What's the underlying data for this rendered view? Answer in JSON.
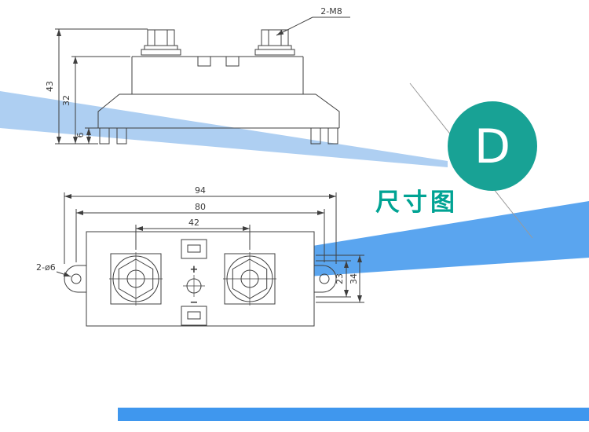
{
  "branding": {
    "badge_letter": "D",
    "caption": "尺寸图"
  },
  "colors": {
    "teal": "#18a295",
    "caption_teal": "#00a393",
    "band_light": "#aecff2",
    "band_mid": "#5aa5ef",
    "bottom_bar": "#3f97ee"
  },
  "front_view": {
    "bolt_label": "2-M8",
    "dim_total_height": "43",
    "dim_body_height": "32",
    "dim_foot_height": "6"
  },
  "top_view": {
    "hole_label": "2-ø6",
    "dim_total_length": "94",
    "dim_hole_spacing": "80",
    "dim_terminal_spacing": "42",
    "dim_inner_width": "23",
    "dim_total_width": "34",
    "polarity_plus": "+",
    "polarity_minus": "−"
  }
}
